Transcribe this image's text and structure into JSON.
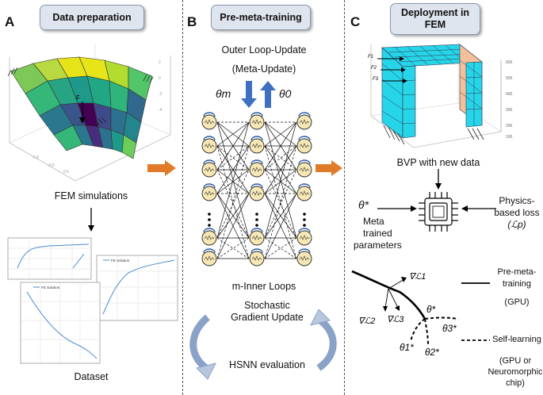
{
  "panels": {
    "a": {
      "letter": "A",
      "header": "Data preparation",
      "fem_label": "FEM simulations",
      "dataset_label": "Dataset",
      "force_label": "F",
      "plot_legend": "FE Solution"
    },
    "b": {
      "letter": "B",
      "header": "Pre-meta-training",
      "outer_loop": "Outer Loop-Update",
      "meta_update": "(Meta-Update)",
      "theta_m": "θm",
      "theta_0": "θ0",
      "inner_loops": "m-Inner Loops",
      "sgd_line1": "Stochastic",
      "sgd_line2": "Gradient  Update",
      "hsnn_eval": "HSNN evaluation"
    },
    "c": {
      "letter": "C",
      "header_line1": "Deployment in",
      "header_line2": "FEM",
      "bvp_label": "BVP with new data",
      "theta_star": "θ*",
      "meta_line1": "Meta",
      "meta_line2": "trained",
      "meta_line3": "parameters",
      "phys_line1": "Physics-",
      "phys_line2": "based loss",
      "phys_line3": "(ℒp)",
      "f_labels": [
        "F1",
        "F2",
        "F3"
      ],
      "legend_pre_line1": "Pre-meta-",
      "legend_pre_line2": "training",
      "legend_pre_line3": "(GPU)",
      "legend_self": "Self-learning",
      "legend_hw_line1": "(GPU or",
      "legend_hw_line2": "Neuromorphic",
      "legend_hw_line3": "chip)",
      "grad_labels": [
        "∇ℒ1",
        "∇ℒ2",
        "∇ℒ3"
      ],
      "theta_labels": [
        "θ*",
        "θ1*",
        "θ2*",
        "θ3*"
      ]
    }
  },
  "colors": {
    "header_fill": "#dfe5ee",
    "arrow_orange": "#e07b2a",
    "arrow_blue": "#3f6fc0",
    "mesh_cyan": "#27d5e8",
    "mesh_orange": "#f2c09a"
  }
}
